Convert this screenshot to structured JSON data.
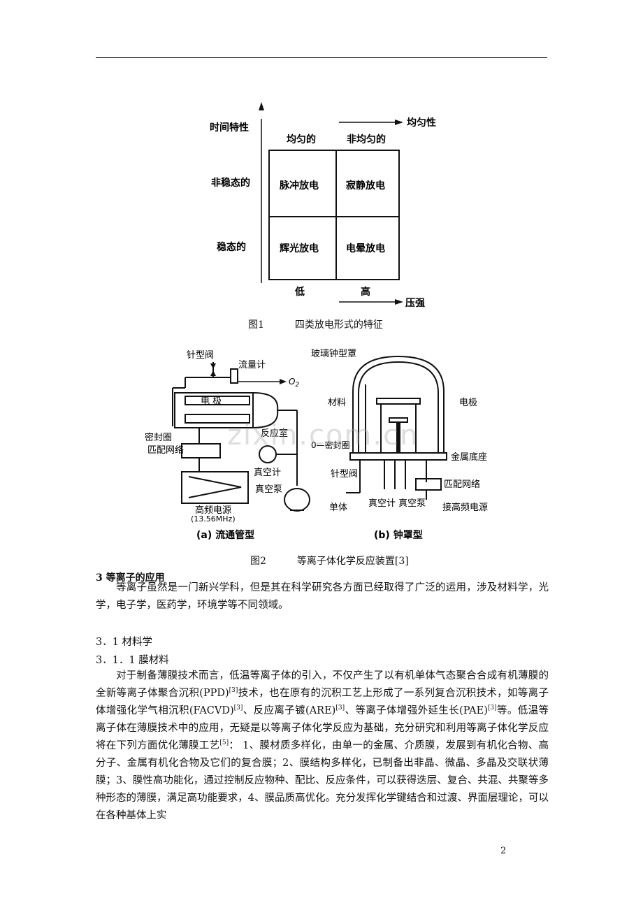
{
  "figure1": {
    "axis_vertical": "时间特性",
    "axis_horizontal": "均匀性",
    "col_headers": [
      "均匀的",
      "非均匀的"
    ],
    "row_headers": [
      "非稳态的",
      "稳态的"
    ],
    "cells": [
      [
        "脉冲放电",
        "寂静放电"
      ],
      [
        "辉光放电",
        "电晕放电"
      ]
    ],
    "pressure_labels": [
      "低",
      "高"
    ],
    "pressure_axis": "压强",
    "caption_num": "图1",
    "caption_text": "四类放电形式的特征"
  },
  "figure2": {
    "a": {
      "needle_valve": "针型阀",
      "flowmeter": "流量计",
      "o2": "O",
      "o2_sub": "2",
      "electrode": "电  极",
      "reactor": "反应室",
      "seal": "密封圈",
      "matching": "匹配网络",
      "vacuum_gauge": "真空计",
      "vacuum_pump": "真空泵",
      "rf_source": "高频电源",
      "rf_freq": "(13.56MHz)",
      "label": "(a) 流通管型"
    },
    "b": {
      "bell_jar": "玻璃钟型罩",
      "material": "材料",
      "electrode": "电极",
      "seal": "0—密封圈",
      "metal_base": "金属底座",
      "needle_valve": "针型阀",
      "matching": "匹配网络",
      "monomer": "单体",
      "gauge_pump": "真空计 真空泵",
      "rf_source": "接高频电源",
      "label": "(b) 钟罩型"
    },
    "caption_num": "图2",
    "caption_text": "等离子体化学反应装置[3]"
  },
  "watermark": "zixin.com.cn",
  "section": {
    "title": "3 等离子的应用",
    "intro": "等离子虽然是一门新兴学科，但是其在科学研究各方面已经取得了广泛的运用，涉及材料学，光学，电子学，医药学，环境学等不同领域。",
    "h1": "3．1 材料学",
    "h2": "3．1．1 膜材料",
    "p_part1": "对于制备薄膜技术而言，低温等离子体的引入，不仅产生了以有机单体气态聚合合成有机薄膜的全新等离子体聚合沉积(PPD)",
    "ref3": "[3]",
    "p_part2": "技术，也在原有的沉积工艺上形成了一系列复合沉积技术，如等离子体增强化学气相沉积(FACVD)",
    "p_part3": "、反应离子镀(ARE)",
    "p_part4": "、等离子体增强外延生长(PAE)",
    "p_part5": "等。低温等离子体在薄膜技术中的应用，无疑是以等离子体化学反应为基础，充分研究和利用等离子体化学反应将在下列方面优化薄膜工艺",
    "ref5": "[5]",
    "p_part6": "： 1、膜材质多样化，由单一的金属、介质膜，发展到有机化合物、高分子、金属有机化合物及它们的复合膜；2、膜结构多样化，已制备出非晶、微晶、多晶及交联状薄膜；3、膜性高功能化，通过控制反应物种、配比、反应条件，可以获得迭层、复合、共混、共聚等多种形态的薄膜，满足高功能要求，4、膜品质高优化。充分发挥化学键结合和过渡、界面层理论，可以在各种基体上实"
  },
  "page_number": "2"
}
